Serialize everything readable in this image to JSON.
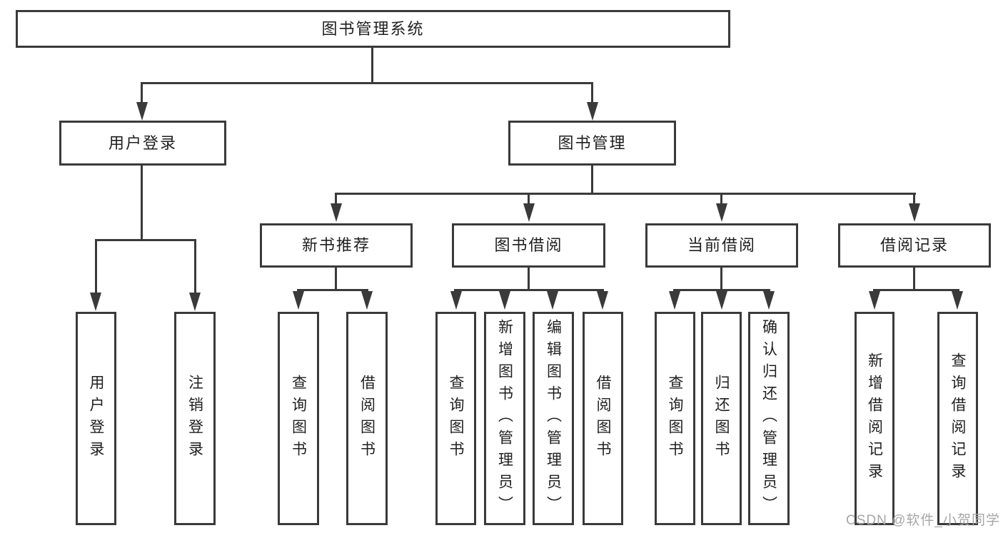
{
  "diagram": {
    "tree": {
      "label": "图书管理系统",
      "children": [
        {
          "label": "用户登录",
          "children": [
            {
              "label": "用户登录"
            },
            {
              "label": "注销登录"
            }
          ]
        },
        {
          "label": "图书管理",
          "children": [
            {
              "label": "新书推荐",
              "children": [
                {
                  "label": "查询图书"
                },
                {
                  "label": "借阅图书"
                }
              ]
            },
            {
              "label": "图书借阅",
              "children": [
                {
                  "label": "查询图书"
                },
                {
                  "label": "新增图书（管理员）"
                },
                {
                  "label": "编辑图书（管理员）"
                },
                {
                  "label": "借阅图书"
                }
              ]
            },
            {
              "label": "当前借阅",
              "children": [
                {
                  "label": "查询图书"
                },
                {
                  "label": "归还图书"
                },
                {
                  "label": "确认归还（管理员）"
                }
              ]
            },
            {
              "label": "借阅记录",
              "children": [
                {
                  "label": "新增借阅记录"
                },
                {
                  "label": "查询借阅记录"
                }
              ]
            }
          ]
        }
      ]
    },
    "watermark": "CSDN @软件_小贺同学",
    "colors": {
      "line": "#3a3a3a",
      "box_border": "#3a3a3a",
      "text": "#1f1f1f",
      "watermark": "#a6a6a6",
      "background": "#ffffff"
    }
  }
}
